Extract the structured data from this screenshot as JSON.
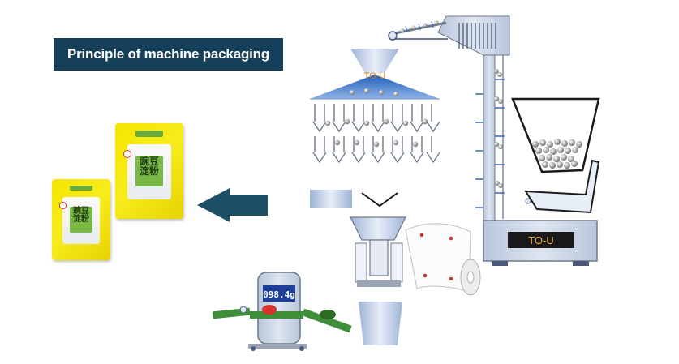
{
  "title": "Principle of machine packaging",
  "brand_top": "TO-U",
  "brand_panel": "TO-U",
  "scale_readout": "098.4g",
  "bag_chars": "豌豆淀粉",
  "colors": {
    "banner": "#163f5a",
    "arrow": "#1d4f66",
    "frame": "#c9d3e3",
    "frame_stroke": "#6c7a8c",
    "conveyor": "#3f8f3a",
    "display": "#1a1a1a",
    "display_text": "#f0b040"
  }
}
